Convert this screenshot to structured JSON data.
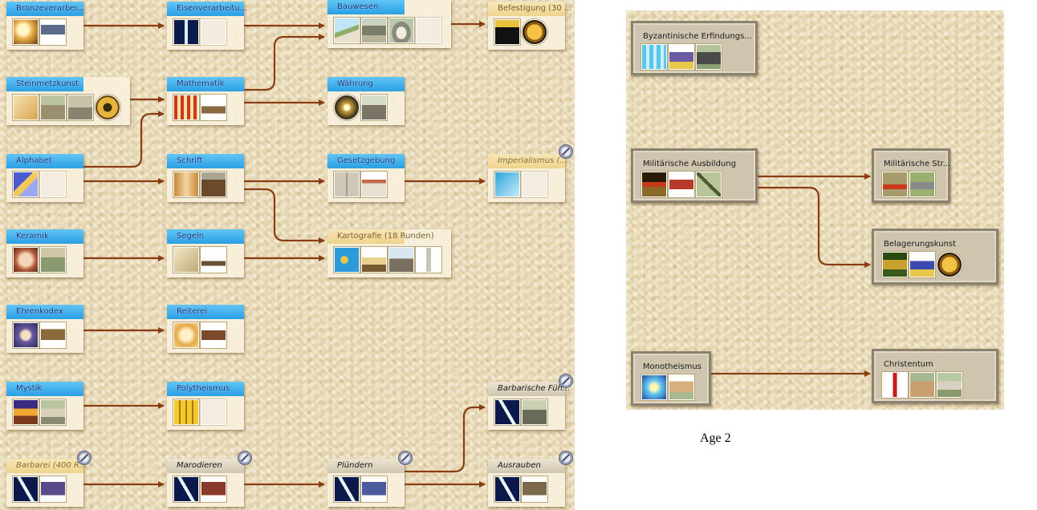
{
  "left_tree": {
    "nodes": [
      {
        "id": "bronze",
        "label": "Bronzeverarbei...",
        "style": "blue",
        "icons": [
          "bronze-tech-icon",
          "spearman-unit-icon"
        ]
      },
      {
        "id": "eisen",
        "label": "Eisenverarbeitu...",
        "style": "blue",
        "icons": [
          "iron-sword-tech-icon",
          "empty-slot"
        ]
      },
      {
        "id": "bauwesen",
        "label": "Bauwesen",
        "style": "blue",
        "icons": [
          "road-tech-icon",
          "fortress-wall-icon",
          "amphitheater-icon",
          "empty-slot"
        ]
      },
      {
        "id": "befestigung",
        "label": "Befestigung (30 ...",
        "style": "gold",
        "icons": [
          "fortification-tech-icon",
          "gold-shield-icon"
        ]
      },
      {
        "id": "steinmetz",
        "label": "Steinmetzkunst",
        "style": "blue",
        "icons": [
          "stone-tech-icon",
          "quarry-building-icon",
          "stone-house-icon",
          "roman-numeral-coin-icon"
        ]
      },
      {
        "id": "mathematik",
        "label": "Mathematik",
        "style": "blue",
        "icons": [
          "abacus-tech-icon",
          "catapult-unit-icon"
        ]
      },
      {
        "id": "waehrung",
        "label": "Währung",
        "style": "blue",
        "icons": [
          "coins-tech-icon",
          "market-building-icon"
        ]
      },
      {
        "id": "alphabet",
        "label": "Alphabet",
        "style": "blue",
        "icons": [
          "alphabet-tech-icon",
          "empty-slot"
        ]
      },
      {
        "id": "schrift",
        "label": "Schrift",
        "style": "blue",
        "icons": [
          "scroll-tech-icon",
          "library-building-icon"
        ]
      },
      {
        "id": "gesetz",
        "label": "Gesetzgebung",
        "style": "blue",
        "icons": [
          "law-book-tech-icon",
          "courthouse-building-icon"
        ]
      },
      {
        "id": "imperialismus",
        "label": "Imperialismus (...",
        "style": "goldi",
        "icons": [
          "eagle-tech-icon",
          "empty-slot"
        ]
      },
      {
        "id": "keramik",
        "label": "Keramik",
        "style": "blue",
        "icons": [
          "pottery-tech-icon",
          "granary-building-icon"
        ]
      },
      {
        "id": "segeln",
        "label": "Segeln",
        "style": "blue",
        "icons": [
          "sail-tech-icon",
          "galley-ship-icon"
        ]
      },
      {
        "id": "kartografie",
        "label": "Kartografie (18 Runden)",
        "style": "gold",
        "icons": [
          "world-map-tech-icon",
          "caravel-ship-icon",
          "harbor-building-icon",
          "lighthouse-icon"
        ]
      },
      {
        "id": "ehrenkodex",
        "label": "Ehrenkodex",
        "style": "blue",
        "icons": [
          "honor-shield-tech-icon",
          "warrior-unit-icon"
        ]
      },
      {
        "id": "reiterei",
        "label": "Reiterei",
        "style": "blue",
        "icons": [
          "horse-tech-icon",
          "horseman-unit-icon"
        ]
      },
      {
        "id": "mystik",
        "label": "Mystik",
        "style": "blue",
        "icons": [
          "mysticism-tech-icon",
          "temple-building-icon"
        ]
      },
      {
        "id": "polytheismus",
        "label": "Polytheismus",
        "style": "blue",
        "icons": [
          "statues-tech-icon",
          "empty-slot"
        ]
      },
      {
        "id": "barbaren_fuehrer",
        "label": "Barbarische Füh...",
        "style": "grayi",
        "icons": [
          "lightning-tech-icon",
          "barbarian-camp-icon"
        ]
      },
      {
        "id": "barbarei",
        "label": "Barbarei (400 R...",
        "style": "goldi",
        "icons": [
          "lightning-tech-icon",
          "barbarian-warrior-icon"
        ]
      },
      {
        "id": "marodieren",
        "label": "Marodieren",
        "style": "grayi",
        "icons": [
          "lightning-tech-icon",
          "marauder-unit-icon"
        ]
      },
      {
        "id": "pluendern",
        "label": "Plündern",
        "style": "grayi",
        "icons": [
          "lightning-tech-icon",
          "pillager-unit-icon"
        ]
      },
      {
        "id": "ausrauben",
        "label": "Ausrauben",
        "style": "grayi",
        "icons": [
          "lightning-tech-icon",
          "robber-unit-icon"
        ]
      }
    ]
  },
  "right_tree": {
    "nodes": [
      {
        "id": "byz",
        "label": "Byzantinische Erfindungs...",
        "style": "framed",
        "icons": [
          "columns-tech-icon",
          "siege-engine-icon",
          "city-building-icon"
        ]
      },
      {
        "id": "militaer",
        "label": "Militärische Ausbildung",
        "style": "framed",
        "icons": [
          "barracks-tech-icon",
          "cavalry-unit-icon",
          "crossed-swords-icon"
        ]
      },
      {
        "id": "militaer_str",
        "label": "Militärische Str...",
        "style": "framed",
        "icons": [
          "trebuchet-tech-icon",
          "fortified-camp-icon"
        ]
      },
      {
        "id": "belagerung",
        "label": "Belagerungskunst",
        "style": "framed",
        "icons": [
          "siege-tech-icon",
          "ballista-unit-icon",
          "crown-shield-icon"
        ]
      },
      {
        "id": "monotheismus",
        "label": "Monotheismus",
        "style": "framed",
        "icons": [
          "holy-light-tech-icon",
          "cathedral-building-icon"
        ]
      },
      {
        "id": "christentum",
        "label": "Christentum",
        "style": "framed",
        "icons": [
          "templar-shield-tech-icon",
          "monastery-building-icon",
          "church-building-icon"
        ]
      }
    ]
  },
  "caption": "Age 2",
  "colors": {
    "connector": "#8a3d12",
    "parchment": "#e9dcb8",
    "header_blue": "#3aa9ea",
    "header_gold": "#efd795",
    "header_gray": "#d8d0bb"
  }
}
